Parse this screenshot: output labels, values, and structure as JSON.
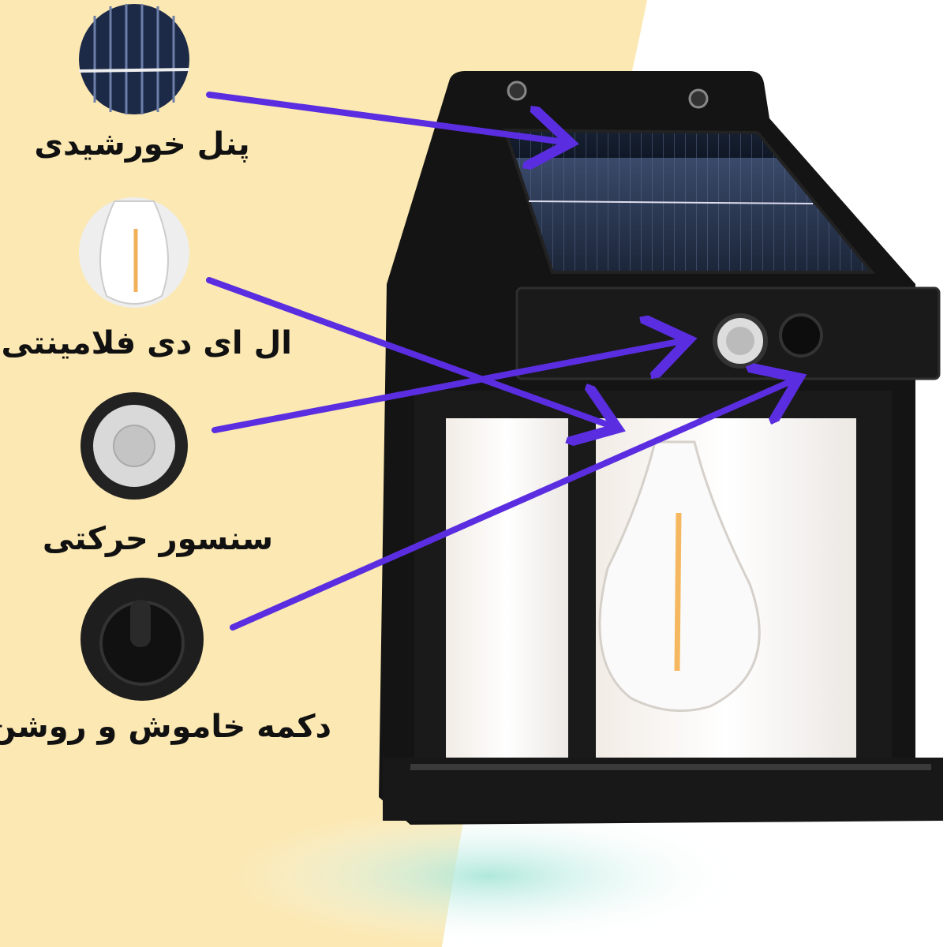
{
  "features": [
    {
      "label": "پنل خورشیدی",
      "icon": "solar-panel-closeup"
    },
    {
      "label": "ال ای دی فلامینتی",
      "icon": "filament-bulb-closeup"
    },
    {
      "label": "سنسور حرکتی",
      "icon": "motion-sensor-closeup"
    },
    {
      "label": "دکمه خاموش و روشن",
      "icon": "power-button-closeup"
    }
  ],
  "colors": {
    "background_left": "#fbe8b2",
    "arrow": "#5a2ee0",
    "lamp_body": "#141414"
  }
}
